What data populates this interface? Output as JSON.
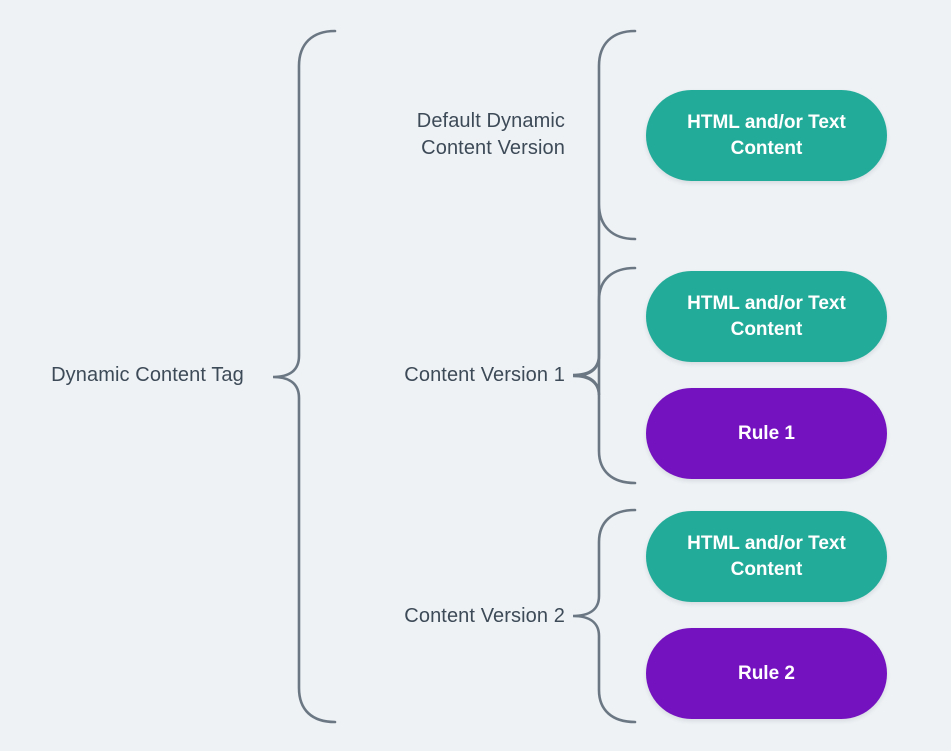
{
  "diagram": {
    "type": "bracket-hierarchy",
    "background_color": "#eef2f5",
    "brace_color": "#6b7884",
    "label_color": "#3d4a57",
    "root": {
      "label": "Dynamic Content Tag"
    },
    "branches": [
      {
        "label": "Default Dynamic\nContent Version",
        "items": [
          "HTML and/or Text\nContent"
        ]
      },
      {
        "label": "Content Version 1",
        "items": [
          "HTML and/or Text\nContent",
          "Rule 1"
        ]
      },
      {
        "label": "Content Version 2",
        "items": [
          "HTML and/or Text\nContent",
          "Rule 2"
        ]
      }
    ],
    "pills": [
      {
        "text": "HTML and/or Text\nContent",
        "kind": "content",
        "color": "#23ab99"
      },
      {
        "text": "HTML and/or Text\nContent",
        "kind": "content",
        "color": "#23ab99"
      },
      {
        "text": "Rule 1",
        "kind": "rule",
        "color": "#7512c0"
      },
      {
        "text": "HTML and/or Text\nContent",
        "kind": "content",
        "color": "#23ab99"
      },
      {
        "text": "Rule 2",
        "kind": "rule",
        "color": "#7512c0"
      }
    ]
  }
}
